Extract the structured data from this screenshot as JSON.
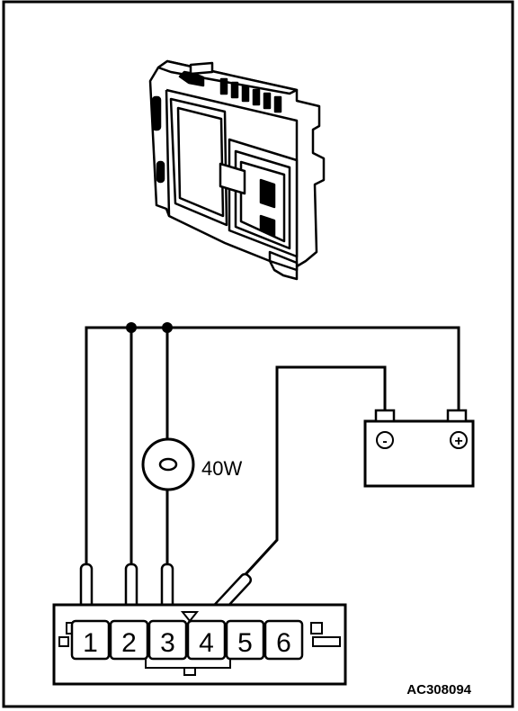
{
  "figure_code": "AC308094",
  "lamp": {
    "rating": "40W"
  },
  "battery": {
    "negative_symbol": "-",
    "positive_symbol": "+"
  },
  "connector": {
    "pins": [
      "1",
      "2",
      "3",
      "4",
      "5",
      "6"
    ]
  }
}
